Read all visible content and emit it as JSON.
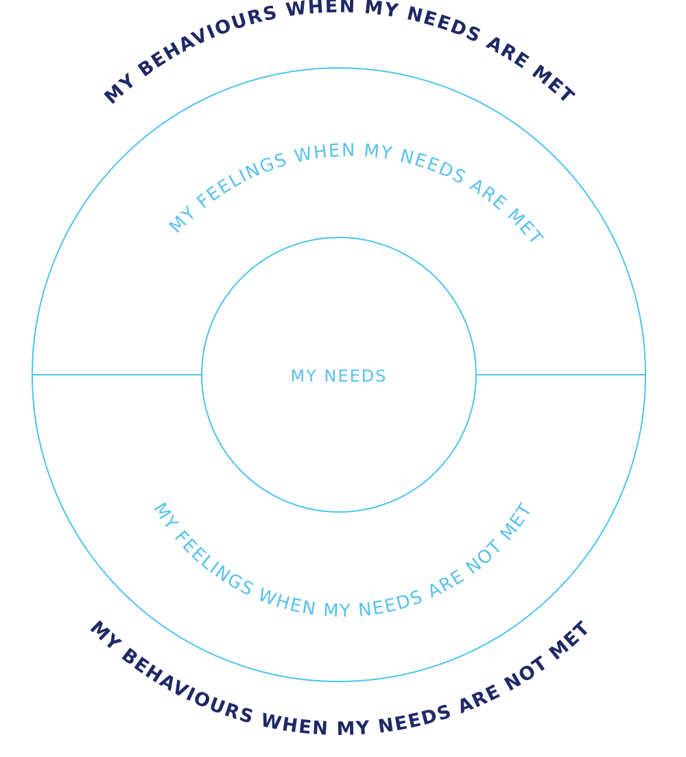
{
  "diagram": {
    "center_label": "MY NEEDS",
    "inner_top_label": "MY FEELINGS WHEN MY NEEDS ARE MET",
    "inner_bottom_label": "MY FEELINGS WHEN MY NEEDS ARE NOT MET",
    "outer_top_label": "MY BEHAVIOURS WHEN MY NEEDS ARE MET",
    "outer_bottom_label": "MY BEHAVIOURS WHEN MY NEEDS ARE  NOT  MET"
  },
  "colors": {
    "background": "#ffffff",
    "line": "#4cc3ef",
    "light_text": "#57c1ee",
    "dark_text": "#1f2966"
  }
}
